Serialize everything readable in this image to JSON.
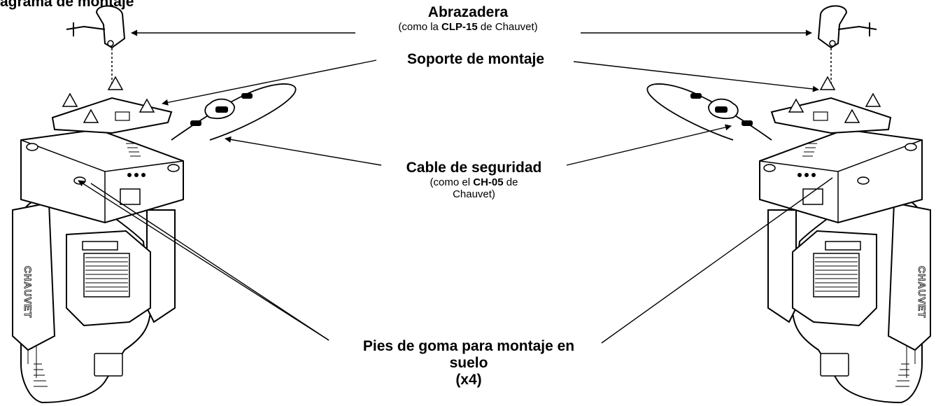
{
  "page": {
    "title": "agrama de montaje"
  },
  "labels": {
    "clamp": {
      "title": "Abrazadera",
      "sub_pre": "(como la ",
      "sub_bold": "CLP-15",
      "sub_post": " de Chauvet)"
    },
    "bracket": {
      "title": "Soporte de montaje"
    },
    "safety": {
      "title": "Cable de seguridad",
      "sub_pre": "(como el ",
      "sub_bold": "CH-05",
      "sub_post": " de",
      "sub_line2": "Chauvet)"
    },
    "feet": {
      "line1": "Pies de goma para montaje en",
      "line2": "suelo",
      "line3": "(x4)"
    }
  },
  "fixture": {
    "brand": "CHAUVET"
  },
  "colors": {
    "line": "#000000",
    "fill": "#ffffff",
    "shade": "#e6e6e6"
  }
}
